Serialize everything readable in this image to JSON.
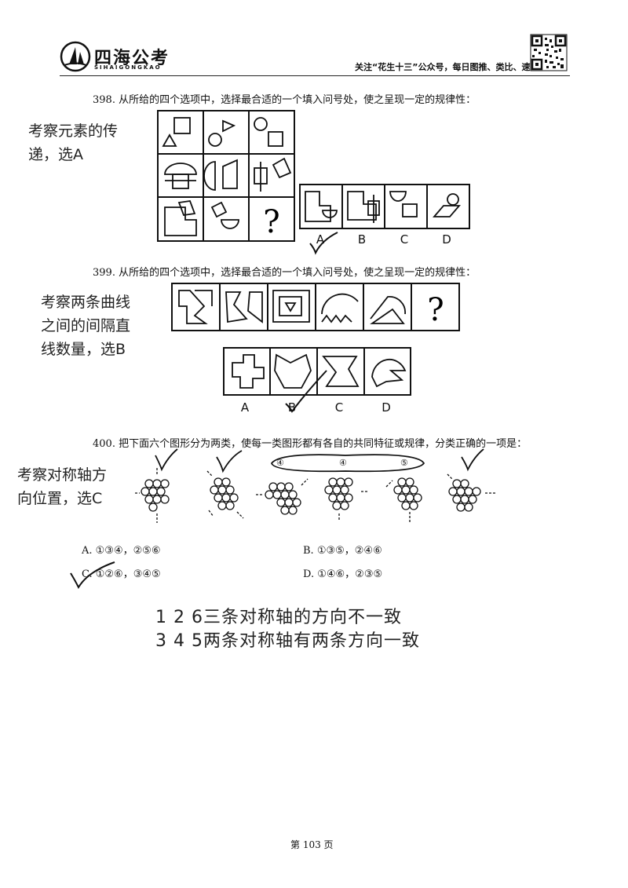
{
  "header": {
    "logo_text": "四海公考",
    "logo_sub": "SIHAIGONGKAO",
    "tagline": "关注“花生十三”公众号，每日图推、类比、速算等"
  },
  "q398": {
    "text": "398. 从所给的四个选项中，选择最合适的一个填入问号处，使之呈现一定的规律性：",
    "note": [
      "考察元素的传",
      "递，选A"
    ],
    "question_mark": "?",
    "options": [
      "A",
      "B",
      "C",
      "D"
    ]
  },
  "q399": {
    "text": "399. 从所给的四个选项中，选择最合适的一个填入问号处，使之呈现一定的规律性：",
    "note": [
      "考察两条曲线",
      "之间的间隔直",
      "线数量，选B"
    ],
    "question_mark": "?",
    "options": [
      "A",
      "B",
      "C",
      "D"
    ]
  },
  "q400": {
    "text": "400. 把下面六个图形分为两类，使每一类图形都有各自的共同特征或规律，分类正确的一项是：",
    "note": [
      "考察对称轴方",
      "向位置，选C"
    ],
    "figure_labels": [
      "④",
      "④",
      "⑤"
    ],
    "choices": {
      "A": "A. ①③④，②⑤⑥",
      "B": "B. ①③⑤，②④⑥",
      "C": "C. ①②⑥，③④⑤",
      "D": "D. ①④⑥，②③⑤"
    },
    "explanation": [
      "1 2 6三条对称轴的方向不一致",
      "3 4 5两条对称轴有两条方向一致"
    ]
  },
  "footer": {
    "page": "第 103 页"
  }
}
